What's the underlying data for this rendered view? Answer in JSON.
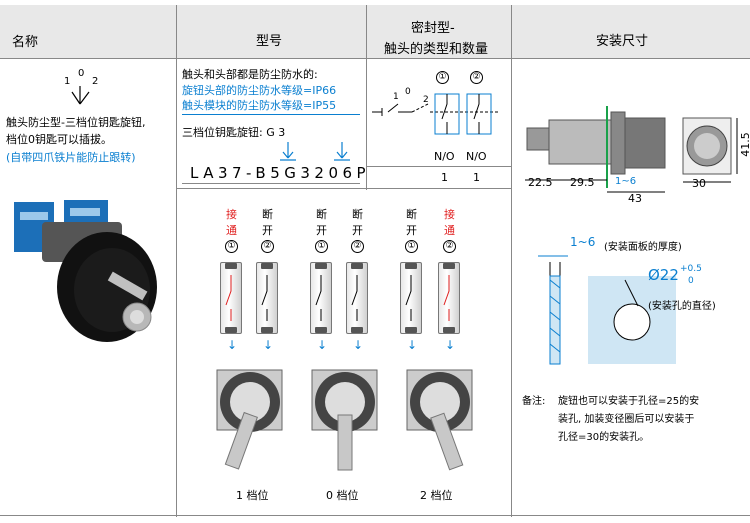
{
  "header": {
    "col1": "名称",
    "col2": "型号",
    "col3_line1": "密封型-",
    "col3_line2": "触头的类型和数量",
    "col4": "安装尺寸"
  },
  "name_col": {
    "symbol_0": "0",
    "symbol_1": "1",
    "symbol_2": "2",
    "desc_line1": "触头防尘型-三档位钥匙旋钮,",
    "desc_line2": "档位0钥匙可以插拔。",
    "note": "(自带四爪铁片能防止跟转)"
  },
  "model_col": {
    "title": "触头和头部都是防尘防水的:",
    "ip_head": "旋钮头部的防尘防水等级=IP66",
    "ip_module": "触头模块的防尘防水等级=IP55",
    "switch_label": "三档位钥匙旋钮: G 3",
    "model_code": "LA37-B5G3206P",
    "positions": [
      {
        "t1": "接",
        "t2": "通",
        "num": "①",
        "red": true
      },
      {
        "t1": "断",
        "t2": "开",
        "num": "②",
        "red": false
      },
      {
        "t1": "断",
        "t2": "开",
        "num": "①",
        "red": false
      },
      {
        "t1": "断",
        "t2": "开",
        "num": "②",
        "red": false
      },
      {
        "t1": "断",
        "t2": "开",
        "num": "①",
        "red": false
      },
      {
        "t1": "接",
        "t2": "通",
        "num": "②",
        "red": true
      }
    ],
    "pos_labels": [
      "1 档位",
      "0 档位",
      "2 档位"
    ]
  },
  "contact_col": {
    "c1": "①",
    "c2": "②",
    "no1": "N/O",
    "no2": "N/O",
    "count1": "1",
    "count2": "1",
    "sym_1": "1",
    "sym_0": "0",
    "sym_2": "2"
  },
  "dims": {
    "d225": "22.5",
    "d295": "29.5",
    "d16": "1~6",
    "d43": "43",
    "d30": "30",
    "d415": "41.5",
    "panel_range": "1~6",
    "panel_note": "(安装面板的厚度)",
    "hole_dia": "Ø22",
    "tol_plus": "+0.5",
    "tol_zero": "0",
    "hole_note": "(安装孔的直径)",
    "note_label": "备注:",
    "note_line1": "旋钮也可以安装于孔径=25的安",
    "note_line2": "装孔, 加装变径圈后可以安装于",
    "note_line3": "孔径=30的安装孔。"
  },
  "colors": {
    "blue": "#0a7fd0",
    "red": "#e02020",
    "header_bg": "#e8e8e8",
    "hole_bg": "#cfe6f4"
  }
}
